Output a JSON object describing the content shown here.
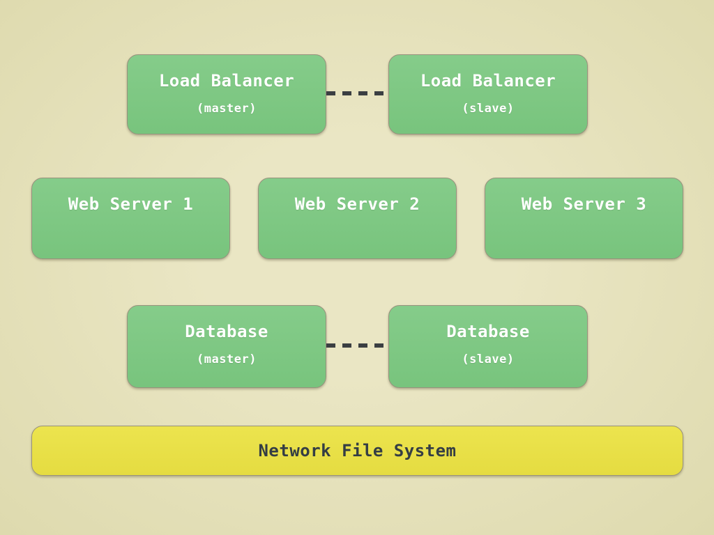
{
  "diagram": {
    "nodes": [
      {
        "id": "load-balancer-master",
        "title": "Load Balancer",
        "subtitle": "(master)"
      },
      {
        "id": "load-balancer-slave",
        "title": "Load Balancer",
        "subtitle": "(slave)"
      },
      {
        "id": "web-server-1",
        "title": "Web Server 1"
      },
      {
        "id": "web-server-2",
        "title": "Web Server 2"
      },
      {
        "id": "web-server-3",
        "title": "Web Server 3"
      },
      {
        "id": "database-master",
        "title": "Database",
        "subtitle": "(master)"
      },
      {
        "id": "database-slave",
        "title": "Database",
        "subtitle": "(slave)"
      },
      {
        "id": "network-file-system",
        "title": "Network File System"
      }
    ],
    "connections": [
      {
        "from": "load-balancer-master",
        "to": "load-balancer-slave",
        "style": "dashed"
      },
      {
        "from": "database-master",
        "to": "database-slave",
        "style": "dashed"
      }
    ],
    "colors": {
      "background_center": "#eae6c4",
      "background_edge": "#dedaae",
      "node_green": "#7ec884",
      "node_green_light": "#85cc8a",
      "node_green_dark": "#78c47d",
      "node_yellow": "#e9e04a",
      "node_yellow_light": "#ece44e",
      "node_yellow_dark": "#e5dc41",
      "node_border": "#98917d",
      "node_text_light": "#ffffff",
      "nfs_text": "#343d44",
      "dash": "#3b3f42"
    }
  }
}
